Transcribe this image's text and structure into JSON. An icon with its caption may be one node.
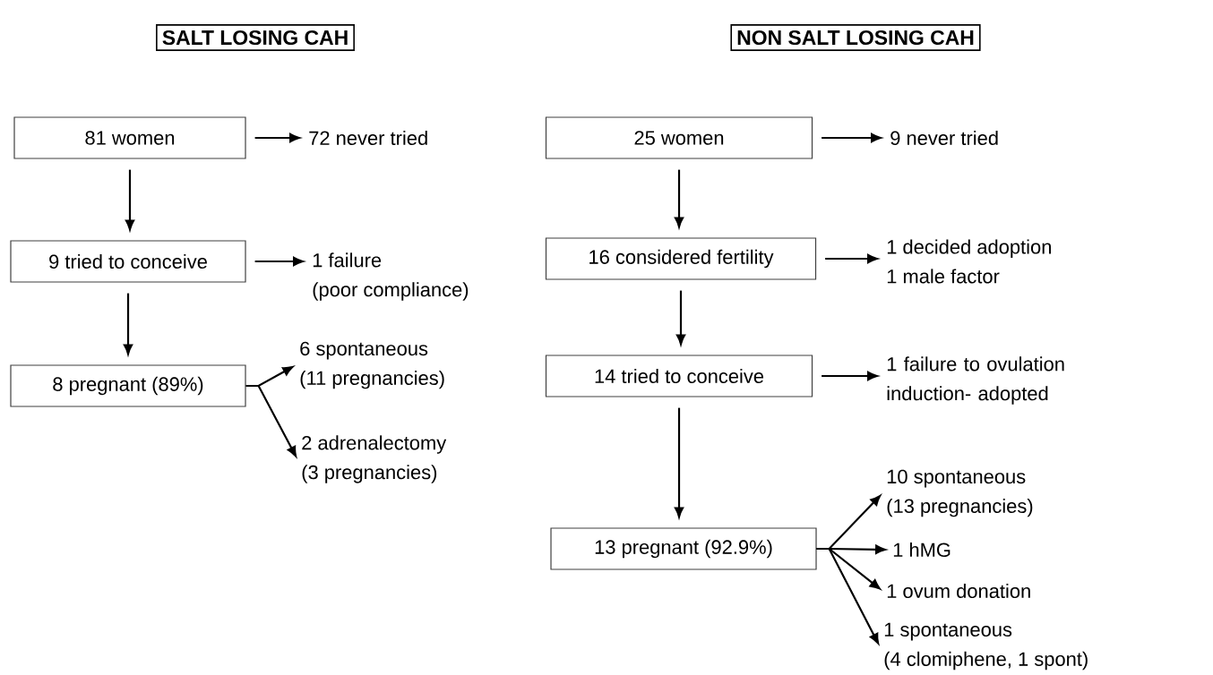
{
  "diagram": {
    "nodes": [
      {
        "text": [
          "SALT LOSING CAH"
        ]
      },
      {
        "text": [
          "81 women"
        ]
      },
      {
        "text": [
          "72 never tried"
        ]
      },
      {
        "text": [
          "9 tried to conceive"
        ]
      },
      {
        "text": [
          "1 failure",
          "(poor compliance)"
        ]
      },
      {
        "text": [
          "8 pregnant (89%)"
        ]
      },
      {
        "text": [
          "6 spontaneous",
          "(11 pregnancies)"
        ]
      },
      {
        "text": [
          "2 adrenalectomy",
          "(3 pregnancies)"
        ]
      },
      {
        "text": [
          "NON SALT LOSING CAH"
        ]
      },
      {
        "text": [
          "25 women"
        ]
      },
      {
        "text": [
          "9 never tried"
        ]
      },
      {
        "text": [
          "16 considered fertility"
        ]
      },
      {
        "text": [
          "1 decided adoption",
          "1 male factor"
        ]
      },
      {
        "text": [
          "14 tried to conceive"
        ]
      },
      {
        "text": [
          "1 failure to ovulation induction- adopted"
        ]
      },
      {
        "text": [
          "13 pregnant (92.9%)"
        ]
      },
      {
        "text": [
          "10 spontaneous",
          "(13 pregnancies)"
        ]
      },
      {
        "text": [
          "1 hMG"
        ]
      },
      {
        "text": [
          "1 ovum donation"
        ]
      },
      {
        "text": [
          "1 spontaneous",
          "(4 clomiphene, 1 spont)"
        ]
      }
    ],
    "edges": [
      {
        "from": 1,
        "to": 2,
        "arrow": "to"
      },
      {
        "from": 1,
        "to": 3,
        "arrow": "to"
      },
      {
        "from": 3,
        "to": 4,
        "arrow": "to"
      },
      {
        "from": 3,
        "to": 5,
        "arrow": "to"
      },
      {
        "from": 5,
        "to": 6,
        "arrow": "to"
      },
      {
        "from": 5,
        "to": 7,
        "arrow": "to"
      },
      {
        "from": 9,
        "to": 10,
        "arrow": "to"
      },
      {
        "from": 9,
        "to": 11,
        "arrow": "to"
      },
      {
        "from": 11,
        "to": 12,
        "arrow": "to"
      },
      {
        "from": 11,
        "to": 13,
        "arrow": "to"
      },
      {
        "from": 13,
        "to": 14,
        "arrow": "to"
      },
      {
        "from": 13,
        "to": 15,
        "arrow": "to"
      },
      {
        "from": 15,
        "to": 16,
        "arrow": "to"
      },
      {
        "from": 15,
        "to": 17,
        "arrow": "to"
      },
      {
        "from": 15,
        "to": 18,
        "arrow": "to"
      },
      {
        "from": 15,
        "to": 19,
        "arrow": "to"
      }
    ]
  }
}
